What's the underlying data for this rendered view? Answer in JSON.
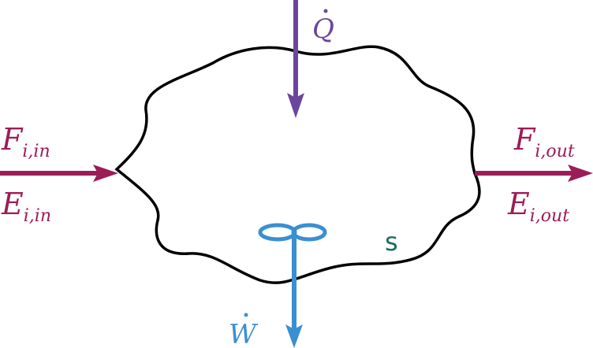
{
  "labels": {
    "heat": "Q",
    "work": "W",
    "flow_in": {
      "main": "F",
      "sub": "i,in"
    },
    "energy_in": {
      "main": "E",
      "sub": "i,in"
    },
    "flow_out": {
      "main": "F",
      "sub": "i,out"
    },
    "energy_out": {
      "main": "E",
      "sub": "i,out"
    },
    "system": "s"
  },
  "colors": {
    "boundary": "#000000",
    "heat": "#6b469c",
    "work": "#3a8fd0",
    "stream": "#9c1c58",
    "system": "#1b6b5c"
  }
}
